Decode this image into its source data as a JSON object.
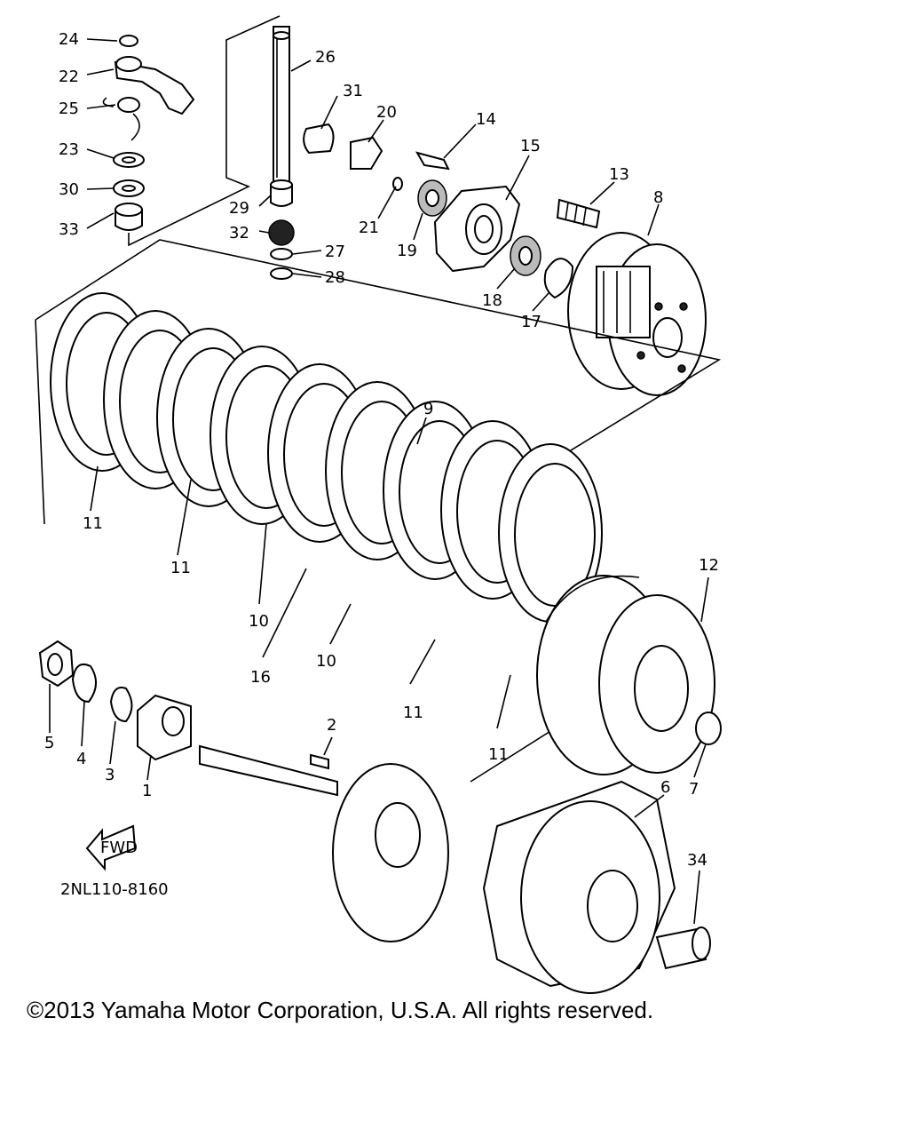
{
  "diagram": {
    "code": "2NL110-8160",
    "fwd_label": "FWD",
    "callouts": [
      {
        "id": "c1",
        "text": "1"
      },
      {
        "id": "c2",
        "text": "2"
      },
      {
        "id": "c3",
        "text": "3"
      },
      {
        "id": "c4",
        "text": "4"
      },
      {
        "id": "c5",
        "text": "5"
      },
      {
        "id": "c6",
        "text": "6"
      },
      {
        "id": "c7",
        "text": "7"
      },
      {
        "id": "c8",
        "text": "8"
      },
      {
        "id": "c9",
        "text": "9"
      },
      {
        "id": "c10a",
        "text": "10"
      },
      {
        "id": "c10b",
        "text": "10"
      },
      {
        "id": "c11a",
        "text": "11"
      },
      {
        "id": "c11b",
        "text": "11"
      },
      {
        "id": "c11c",
        "text": "11"
      },
      {
        "id": "c11d",
        "text": "11"
      },
      {
        "id": "c12",
        "text": "12"
      },
      {
        "id": "c13",
        "text": "13"
      },
      {
        "id": "c14",
        "text": "14"
      },
      {
        "id": "c15",
        "text": "15"
      },
      {
        "id": "c16",
        "text": "16"
      },
      {
        "id": "c17",
        "text": "17"
      },
      {
        "id": "c18",
        "text": "18"
      },
      {
        "id": "c19",
        "text": "19"
      },
      {
        "id": "c20",
        "text": "20"
      },
      {
        "id": "c21",
        "text": "21"
      },
      {
        "id": "c22",
        "text": "22"
      },
      {
        "id": "c23",
        "text": "23"
      },
      {
        "id": "c24",
        "text": "24"
      },
      {
        "id": "c25",
        "text": "25"
      },
      {
        "id": "c26",
        "text": "26"
      },
      {
        "id": "c27",
        "text": "27"
      },
      {
        "id": "c28",
        "text": "28"
      },
      {
        "id": "c29",
        "text": "29"
      },
      {
        "id": "c30",
        "text": "30"
      },
      {
        "id": "c31",
        "text": "31"
      },
      {
        "id": "c32",
        "text": "32"
      },
      {
        "id": "c33",
        "text": "33"
      },
      {
        "id": "c34",
        "text": "34"
      }
    ]
  },
  "footer": {
    "copyright": "©2013 Yamaha Motor Corporation, U.S.A. All rights reserved."
  }
}
